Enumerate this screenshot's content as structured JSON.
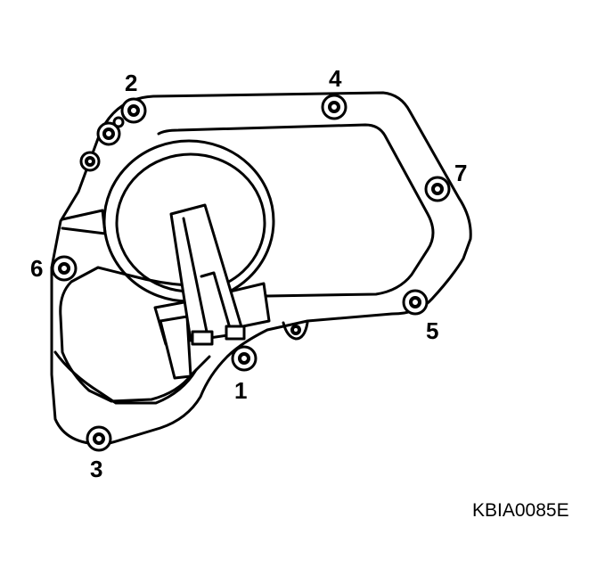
{
  "figure_code": "KBIA0085E",
  "bolt_callouts": [
    "1",
    "2",
    "3",
    "4",
    "5",
    "6",
    "7"
  ],
  "colors": {
    "line": "#000000",
    "background": "#ffffff"
  }
}
